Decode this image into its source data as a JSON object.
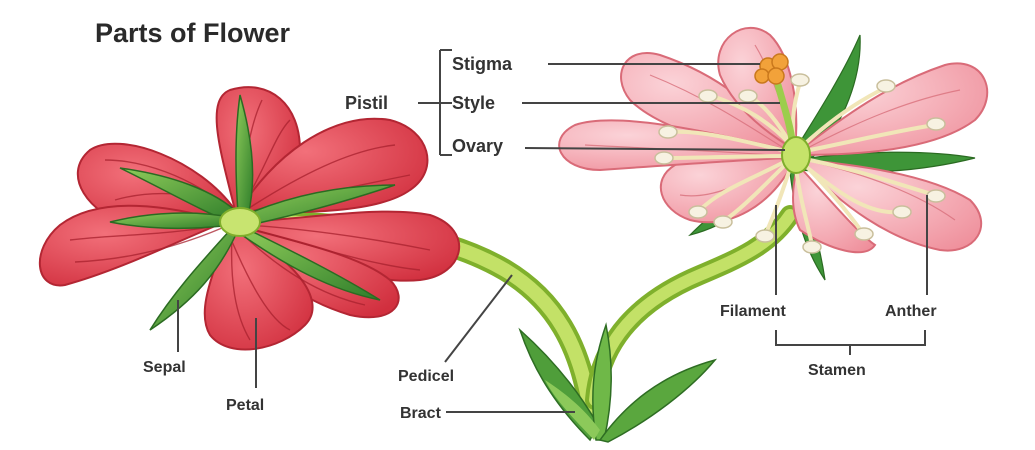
{
  "title": "Parts of Flower",
  "labels": {
    "stigma": "Stigma",
    "style": "Style",
    "ovary": "Ovary",
    "pistil": "Pistil",
    "sepal": "Sepal",
    "petal": "Petal",
    "pedicel": "Pedicel",
    "bract": "Bract",
    "filament": "Filament",
    "anther": "Anther",
    "stamen": "Stamen"
  },
  "colors": {
    "red_petal": "#e0424f",
    "red_petal_vein": "#a8212e",
    "pink_petal": "#f4a3ad",
    "pink_petal_vein": "#d9707c",
    "sepal_green": "#3f9a3a",
    "stem_green": "#a9d14b",
    "anther_cream": "#f5efdc",
    "stigma_orange": "#f2a23a"
  }
}
